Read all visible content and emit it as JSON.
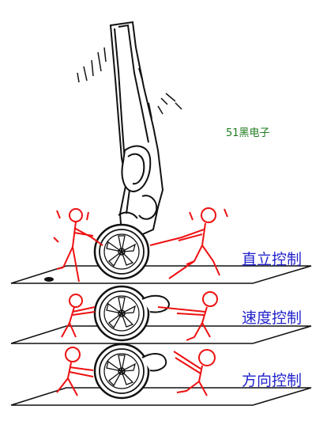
{
  "watermark": {
    "text": "51黑电子",
    "color": "#1f7a1f"
  },
  "layers": [
    {
      "label": "直立控制"
    },
    {
      "label": "速度控制"
    },
    {
      "label": "方向控制"
    }
  ],
  "colors": {
    "label": "#2222cc",
    "figures": "#ee1111",
    "outline": "#111111"
  }
}
